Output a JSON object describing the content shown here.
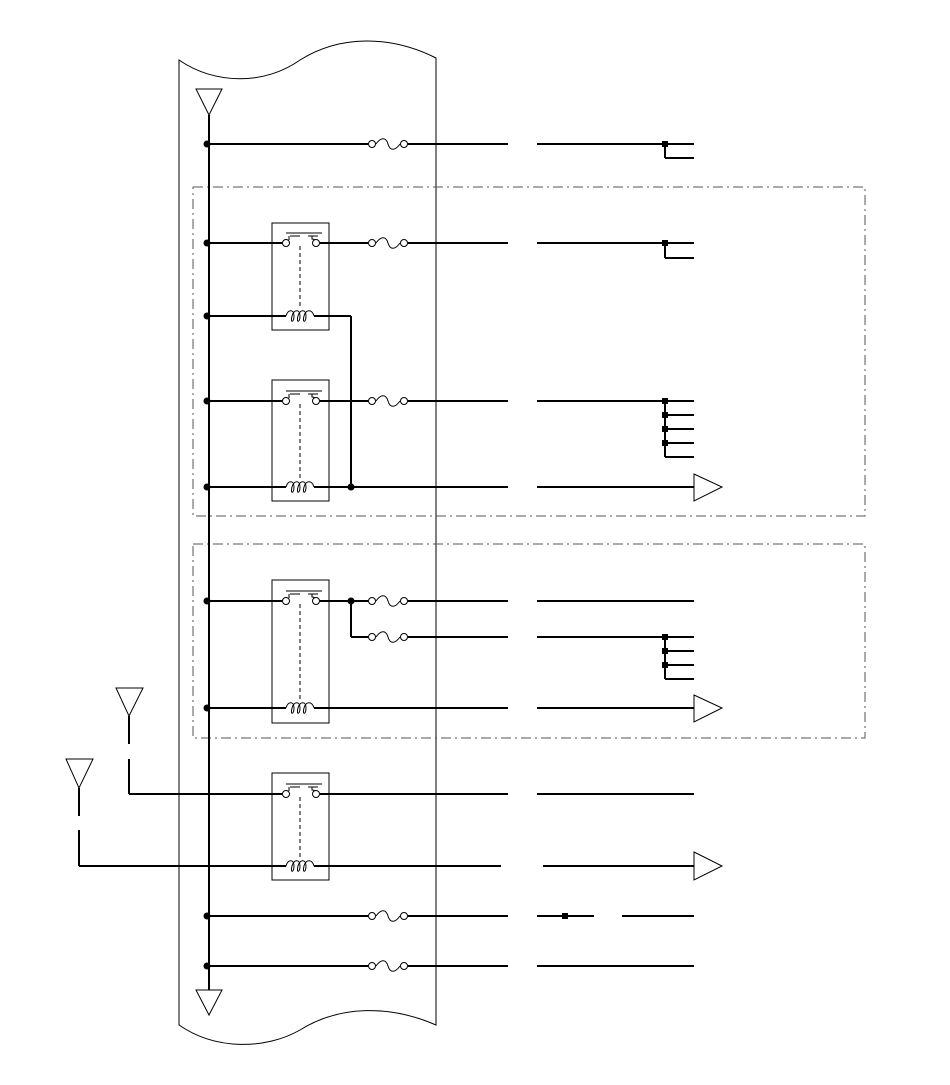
{
  "diagram": {
    "kind": "wiring-schematic",
    "text_labels": [],
    "colors": {
      "line": "#000000",
      "boundary": "#555555",
      "background": "#ffffff"
    },
    "symbols": [
      "ground-triangle",
      "fuse",
      "relay",
      "relay-coil",
      "splice-dot",
      "arrow-connector"
    ]
  }
}
